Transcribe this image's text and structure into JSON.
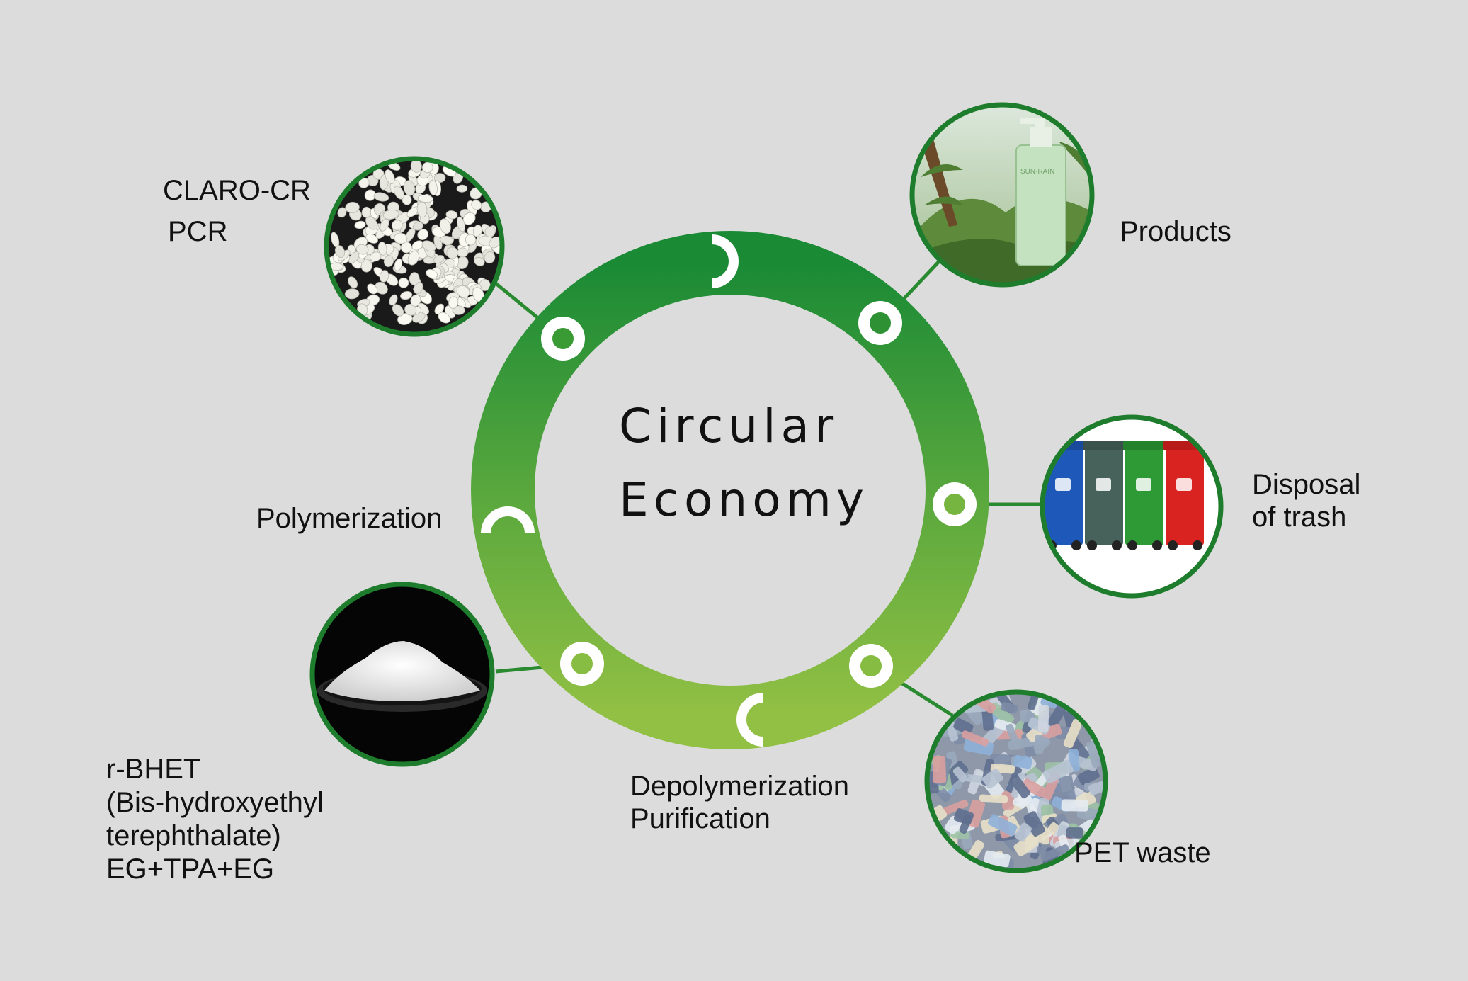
{
  "center": {
    "line1": "Circular",
    "line2": "Economy"
  },
  "nodes": {
    "claro": {
      "line1": "CLARO-CR",
      "line2": "PCR",
      "image": "white-plastic-pellets"
    },
    "products": {
      "label": "Products",
      "image": "green-pump-bottle-in-moss"
    },
    "disposal": {
      "line1": "Disposal",
      "line2": "of trash",
      "image": "colored-trash-bins"
    },
    "pet": {
      "label": "PET waste",
      "image": "crushed-pet-bottles"
    },
    "bhet": {
      "line1": "r-BHET",
      "line2": "(Bis-hydroxyethyl",
      "line3": "terephthalate)",
      "line4": "EG+TPA+EG",
      "image": "white-powder-bowl"
    }
  },
  "steps": {
    "polymerization": "Polymerization",
    "depolymerization": "Depolymerization",
    "purification": "Purification"
  },
  "colors": {
    "ring_top": "#1a8a35",
    "ring_bottom": "#8fbe43",
    "circle_border": "#1e7d2c",
    "connector": "#2a8a30",
    "background": "#dcdcdc"
  }
}
